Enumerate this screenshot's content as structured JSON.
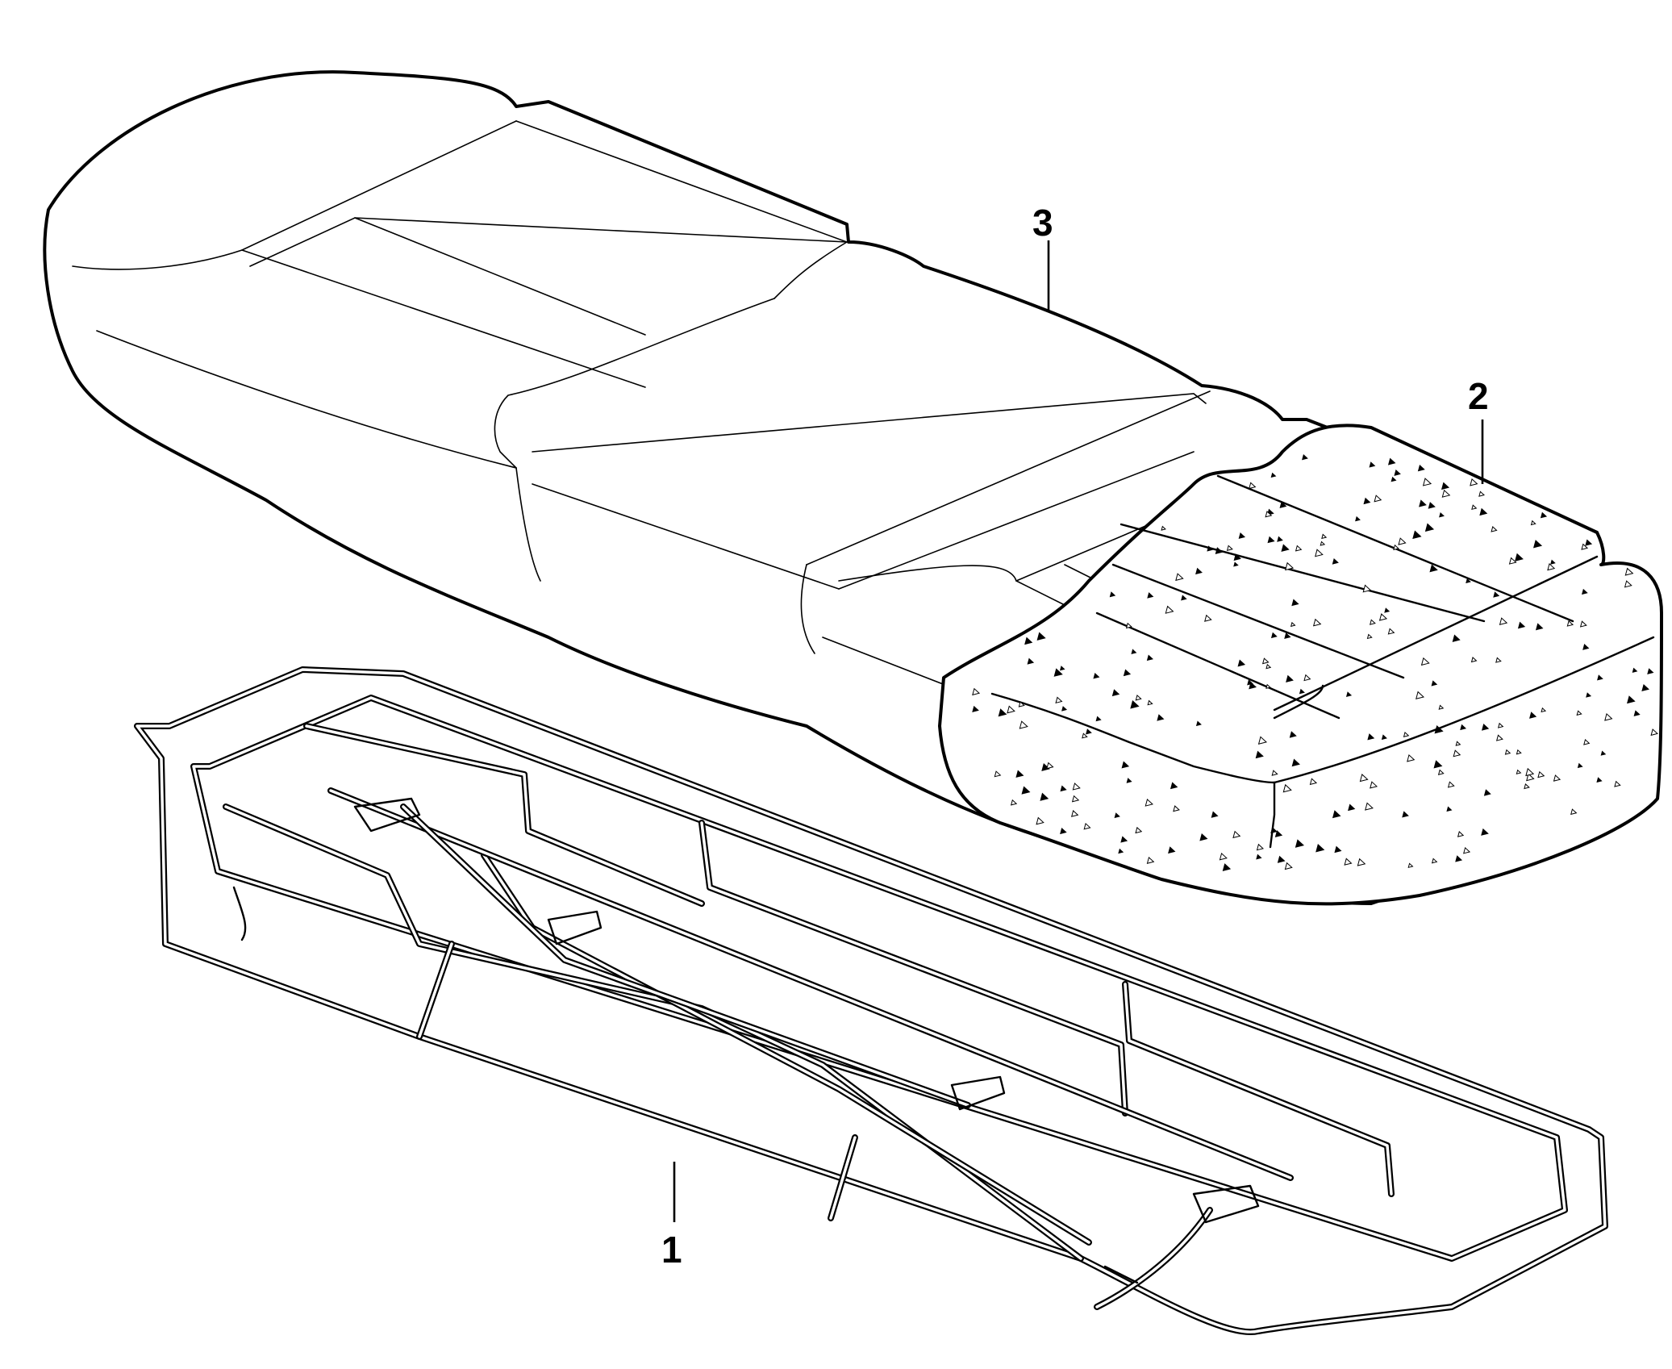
{
  "diagram": {
    "parts": [
      {
        "id": "seat-frame",
        "callout": "1"
      },
      {
        "id": "seat-foam-pad",
        "callout": "2"
      },
      {
        "id": "seat-cover",
        "callout": "3"
      }
    ]
  },
  "colors": {
    "line": "#000000",
    "background": "#ffffff"
  }
}
